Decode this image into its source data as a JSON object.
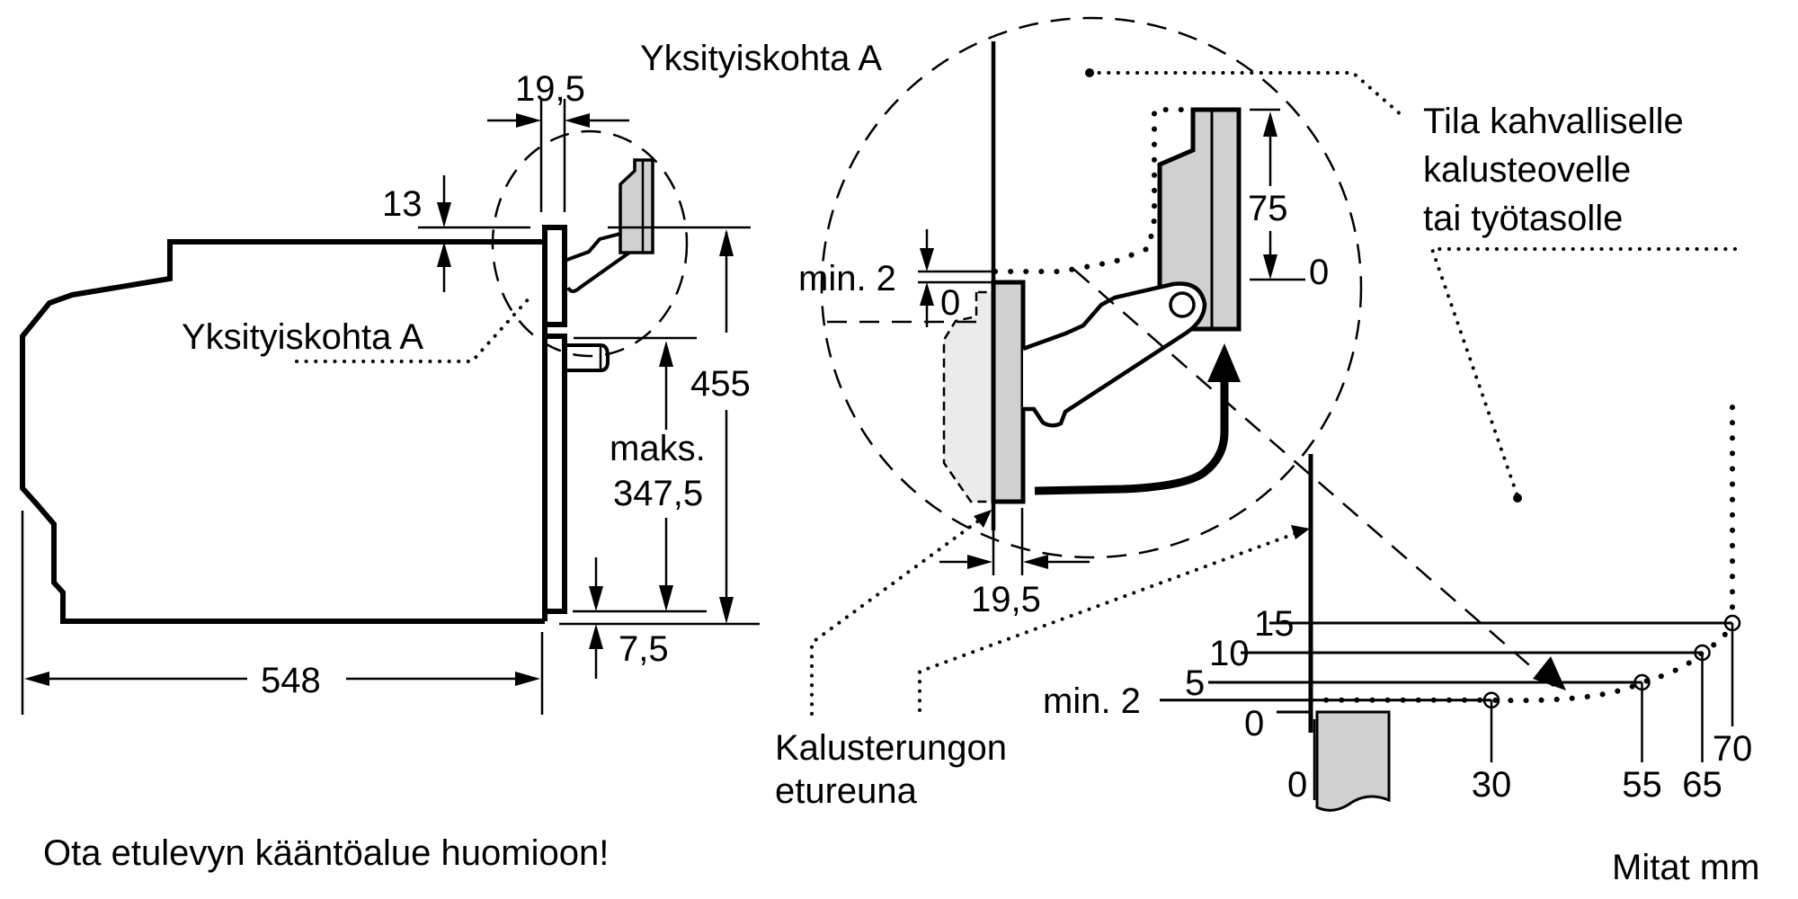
{
  "title": "Oven installation dimensions drawing",
  "labels": {
    "detail_a_left": "Yksityiskohta A",
    "detail_a_top": "Yksityiskohta A",
    "space_note_line1": "Tila kahvalliselle",
    "space_note_line2": "kalusteovelle",
    "space_note_line3": "tai työtasolle",
    "cabinet_edge_line1": "Kalusterungon",
    "cabinet_edge_line2": "etureuna",
    "footer_note": "Ota etulevyn kääntöalue huomioon!",
    "units": "Mitat mm"
  },
  "dimensions": {
    "door_thickness_top": "19,5",
    "door_thickness_detail": "19,5",
    "top_offset": "13",
    "total_height": "455",
    "max_height_label": "maks.",
    "max_height_value": "347,5",
    "bottom_offset": "7,5",
    "depth": "548",
    "detail_min_gap": "min. 2",
    "detail_zero": "0",
    "detail_75": "75",
    "detail_75_zero": "0"
  },
  "swing_chart": {
    "y_labels": [
      "15",
      "10",
      "5",
      "min. 2",
      "0"
    ],
    "x_labels": [
      "0",
      "30",
      "55",
      "65",
      "70"
    ],
    "points": [
      {
        "x": 30,
        "y": 2
      },
      {
        "x": 55,
        "y": 5
      },
      {
        "x": 65,
        "y": 10
      },
      {
        "x": 70,
        "y": 15
      }
    ]
  }
}
